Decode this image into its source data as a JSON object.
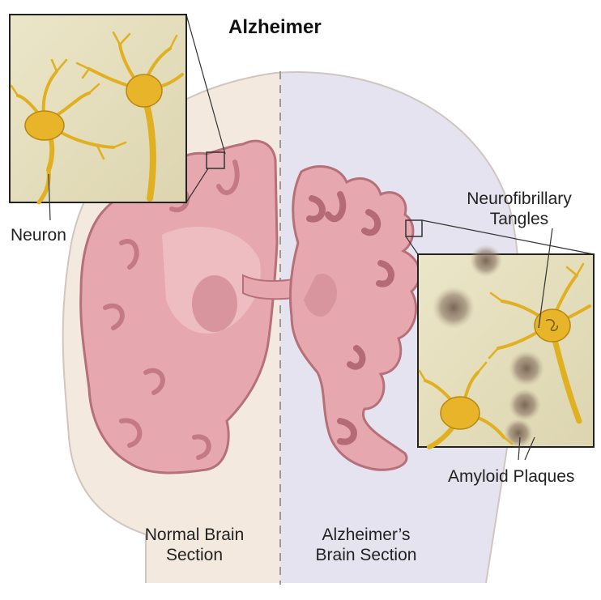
{
  "title": "Alzheimer",
  "labels": {
    "neuron": "Neuron",
    "tangles_line1": "Neurofibrillary",
    "tangles_line2": "Tangles",
    "plaques": "Amyloid Plaques",
    "normal_line1": "Normal Brain",
    "normal_line2": "Section",
    "alz_line1": "Alzheimer’s",
    "alz_line2": "Brain Section"
  },
  "colors": {
    "normal_bg": "#f3e9df",
    "alz_bg": "#e4e3ef",
    "brain_fill": "#e6a8ae",
    "brain_dark": "#c97f88",
    "inset_bg": "#e8e2c0",
    "neuron": "#e0b021",
    "plaque": "#8a7564"
  }
}
